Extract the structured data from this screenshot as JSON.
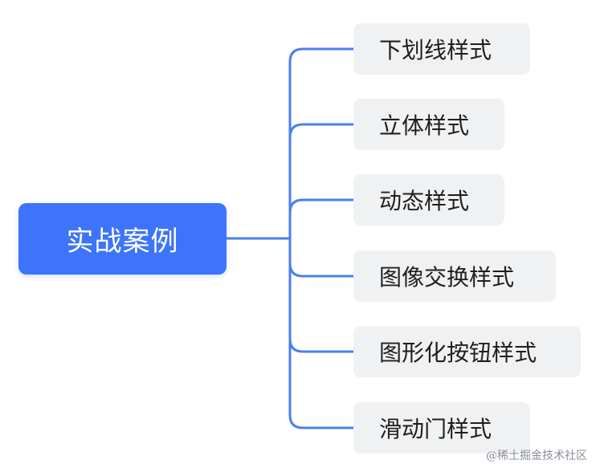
{
  "mindmap": {
    "root": {
      "label": "实战案例",
      "color": "#3d74fb"
    },
    "children": [
      {
        "label": "下划线样式"
      },
      {
        "label": "立体样式"
      },
      {
        "label": "动态样式"
      },
      {
        "label": "图像交换样式"
      },
      {
        "label": "图形化按钮样式"
      },
      {
        "label": "滑动门样式"
      }
    ],
    "connector_color": "#4a7ff0",
    "node_fill": "#f0f1f3"
  },
  "watermark": {
    "text": "@稀土掘金技术社区"
  }
}
